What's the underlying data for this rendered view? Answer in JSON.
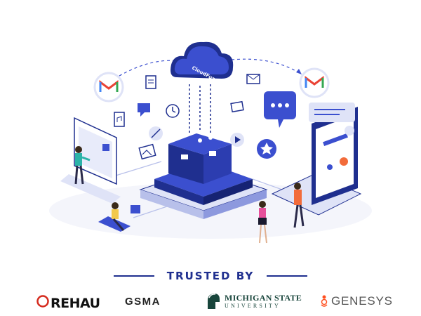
{
  "illustration": {
    "cloud_label": "CloudFuze",
    "icons": [
      "gmail-icon",
      "document-icon",
      "chat-icon",
      "clock-icon",
      "feather-icon",
      "image-icon",
      "audio-file-icon",
      "mail-icon",
      "star-icon",
      "video-icon",
      "chat-bubble-icon"
    ],
    "colors": {
      "primary": "#1f2f8f",
      "secondary": "#3b4fcf",
      "light": "#dfe3f7",
      "accent": "#f26b3a"
    }
  },
  "trusted_by": {
    "title": "TRUSTED BY",
    "logos": [
      {
        "name": "REHAU"
      },
      {
        "name": "GSMA"
      },
      {
        "line1": "MICHIGAN STATE",
        "line2": "UNIVERSITY"
      },
      {
        "name": "GENESYS"
      }
    ]
  }
}
